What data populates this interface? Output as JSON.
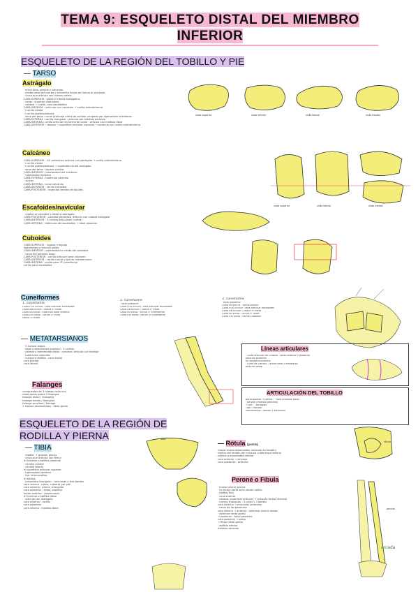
{
  "header": {
    "line1": "TEMA 9: ESQUELETO DISTAL DEL MIEMBRO",
    "line2": "INFERIOR"
  },
  "sec1": {
    "title": "ESQUELETO DE LA REGIÓN DEL TOBILLO Y PIE",
    "tarso": "TARSO",
    "astragalo": {
      "title": "Astrágalo",
      "lines": [
        "· entre tibia, peroné y calcáneo.",
        "· recibe peso del cuerpo y transmite líneas de fuerza al calcáneo.",
        "· único que articula con huesos pierna",
        "CARA SUPERIOR : polea o tróclea astragalina",
        "                 · caras : superior vasculares",
        "                 · cabeza → cuello, cara escafoidea",
        "CARA INFERIOR : articular con calcáneo → carilla anterointerna",
        "                                        → carilla media",
        "                                        → carilla posteroexterna",
        "· seno del tarso : canal profundo entre las carillas, ocupado por ligamentos interóseos",
        "CARA EXTERNA : carilla triangular : articula con maléolo peroneo",
        "CARA INTERNA : carilla articular en forma de coma : articula con maléolo tibial",
        "CARA ANTERIOR : cabeza → superficie articular convexa → continua con carilla anterointerna"
      ]
    },
    "calcaneo": {
      "title": "Calcáneo",
      "lines": [
        "CARA SUPERIOR : 2/3 anteriores articula con astrágalo → carilla anterointerna",
        "                                                      → carilla media",
        "                                                      → carilla posteroexterna → sustentáculo del astrágalo",
        "· seno del tarso : separa carillas",
        "CARA INFERIOR : tuberosidad del calcáneo",
        "                · tuberosidad anterior",
        "CARA EXTERNA : tubérculo peroneo",
        "                · surcos",
        "CARA INTERNA : canal calcáneo",
        "CARA ANTERIOR : carilla cuboidea",
        "CARA POSTERIOR : inserción tendón de Aquiles"
      ]
    },
    "escafoides": {
      "title": "Escafoides/navicular",
      "lines": [
        "· medial al cuboides y distal al astrágalo",
        "CARA POSTERIOR : cavidad glenoidea, articula con cabeza astrágalo",
        "CARA ANTERIOR : 3 carillas articulares (cuñas)",
        "CARA INTERNA : tubérculo del escafoides → tibial posterior"
      ]
    },
    "cuboides": {
      "title": "Cuboides",
      "lines": [
        "CARA SUPERIOR : rugosa, irregular",
        "                ligamentos y músculo pedio",
        "CARA INFERIOR : tuberosidad o cresta del cuboides",
        "                · canal del peroneo largo",
        "CARA POSTERIOR : carilla articular para calcáneo",
        "CARA ANTERIOR : carilla cuarto y quinto metatarsiano",
        "CARA INTERNA : carilla para 3ª cuneiforme",
        "                carilla para escafoides"
      ]
    },
    "cuneiformes": {
      "title": "Cuneiformes",
      "c1": "1. cuneiforme",
      "c2": "2. cuneiforme",
      "c3": "3. cuneiforme",
      "c1lines": [
        "CARA POSTERIOR : cara articular escafoides",
        "CARA ANTERIOR : carilla 1º meta",
        "CARA INTERNA : inserción tibial anterior",
        "CARA EXTERNA : carilla 2º cuña",
        "                carilla 2º meta"
      ],
      "c2lines": [
        "· tibial posterior",
        "CARA POSTERIOR : cara articular escafoides",
        "CARA ANTERIOR : carilla 2º meta",
        "CARA INTERNA : carilla 1º cuneiforme",
        "CARA EXTERNA : carilla 3º cuneiforme"
      ],
      "c3lines": [
        "· tibial posterior",
        "CARA INFERIOR : forma vértice",
        "CARA POSTERIOR : cara articular escafoides",
        "CARA ANTERIOR : carilla 3º meta",
        "CARA INTERNA : carilla 2º meta",
        "CARA EXTERNA : carilla cuboides"
      ]
    },
    "metatarsianos": {
      "title": "METATARSIANOS",
      "lines": [
        "· 5 huesos largos",
        "· base o extremidad proximal : 3 carillas",
        "· cabeza o extremidad distal : convexa, articula con falange",
        "                                · tubérculos laterales",
        "· cuerpo o diáfisis : cara dorsal",
        "                      cara plantar",
        "                      cara lateral"
      ]
    },
    "falanges": {
      "title": "Falanges",
      "lines": [
        "· compuestas de 3 huesos cada uno",
        "· dedo gordo posee 2 falanges",
        "                               · falange distal / falangeta",
        "                               · falange media / falangina",
        "                               · falange proximal / falange",
        "· 2 huesos sesamoideos : dedo gordo"
      ]
    },
    "lineas": {
      "title": "Líneas articulares",
      "lines": [
        "· Línea articular de Chopart : tarso anterior y posterior",
        "                               posición proximal",
        "                               en escafocuneiforme",
        "· Línea de Lisfranc : entre tarso y metatarso",
        "                      posición distal"
      ]
    },
    "tobillo": {
      "title": "ARTICULACIÓN DEL TOBILLO",
      "lines": [
        "participantes → pierna : · tibia (maléolo tibial)",
        "                         · peroné (maléolo peroneo)",
        "                → pie : · astrágalo",
        "Tipo : troclear",
        "Movimientos : flexión y extensión"
      ]
    }
  },
  "sec2": {
    "title1": "ESQUELETO DE LA REGIÓN DE",
    "title2": "RODILLA Y PIERNA",
    "tibia": {
      "title": "TIBIA",
      "lines": [
        "· medial, ↑ grande, pierna",
        "· único que articula con fémur",
        "※ Extremo o epífisis proximal",
        "  · cóndilo medial",
        "  · cóndilo lateral",
        "※ superficie articular superior",
        "  · tuberosidad anterior",
        "· diá. intercondílea",
        "※ diáfisis",
        "  · prismática triangular : tres caras y tres bordes",
        "  cara interna : plana, cubierta por piel",
        "  cara externa : pierna, triangular",
        "  cara posterior : sóleo, poplíteo",
        "  borde anterior : aponeurosis",
        "※ Extremo o epífisis distal",
        "  · articula con astrágalo",
        "  cara anterior : rodilla",
        "  cara posterior",
        "  cara interna : maléolo tibial"
      ]
    },
    "rotula": {
      "title": "Rótula",
      "paren": "(patela)",
      "lines": [
        "· mayor hueso sesamoideo (ubicado en tendón)",
        "· dentro del tendón del músculo cuádriceps femoral",
        "· vértice o extremidad inferior",
        "· cara anterior : convexa",
        "· cara posterior : articular"
      ]
    },
    "perone": {
      "title": "Peroné o Fíbula",
      "lines": [
        "· hueso lateral, pierna",
        "· no forma parte articulación rodilla",
        "· diáfisis fina",
        "· cara anterior",
        "· cabeza, superficie articular → músculo bíceps femoral",
        "· cuerpo triangular : 3 caras y 3 bordes",
        "  cara externa → músculos peroneos",
        "                · canal de los peroneos",
        "  cara interna → anterior : extensor común dedos",
        "                         · extensor dedo gordo",
        "                → posterior : tibial posterior",
        "  cara posterior → sóleo",
        "                  → flexor dedo gordo",
        "· epífisis inferior",
        "  maléolo peroneo"
      ]
    }
  },
  "labels": {
    "astr_views": [
      "vista superior",
      "vista inferior",
      "vista lateral",
      "vista medial"
    ],
    "calc_views": [
      "vista superior",
      "vista lateral",
      "vista medial"
    ],
    "tibia_label": "tibia",
    "rotula_label": "rótula",
    "perone_label": "peroné",
    "arcada": "arcada"
  }
}
